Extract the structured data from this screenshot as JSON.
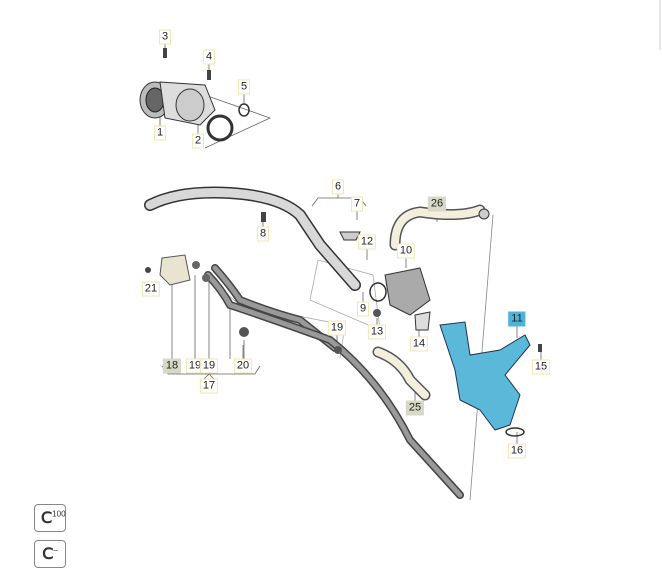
{
  "callouts": [
    {
      "id": "3",
      "state": "normal"
    },
    {
      "id": "4",
      "state": "normal"
    },
    {
      "id": "5",
      "state": "normal"
    },
    {
      "id": "1",
      "state": "normal"
    },
    {
      "id": "2",
      "state": "normal"
    },
    {
      "id": "6",
      "state": "normal"
    },
    {
      "id": "7",
      "state": "normal"
    },
    {
      "id": "8",
      "state": "normal"
    },
    {
      "id": "26",
      "state": "highlighted"
    },
    {
      "id": "12",
      "state": "normal"
    },
    {
      "id": "10",
      "state": "normal"
    },
    {
      "id": "21",
      "state": "normal"
    },
    {
      "id": "9",
      "state": "normal"
    },
    {
      "id": "19",
      "state": "normal"
    },
    {
      "id": "11",
      "state": "selected"
    },
    {
      "id": "13",
      "state": "normal"
    },
    {
      "id": "14",
      "state": "normal"
    },
    {
      "id": "15",
      "state": "normal"
    },
    {
      "id": "18",
      "state": "highlighted"
    },
    {
      "id": "19",
      "state": "normal"
    },
    {
      "id": "19",
      "state": "normal"
    },
    {
      "id": "20",
      "state": "normal"
    },
    {
      "id": "17",
      "state": "normal"
    },
    {
      "id": "25",
      "state": "highlighted"
    },
    {
      "id": "16",
      "state": "normal"
    }
  ],
  "controls": {
    "zoom_100": "100",
    "zoom_fit": "–"
  },
  "colors": {
    "selected": "#4fb3d9",
    "highlighted": "#d7d9c6",
    "part_selected": "#5ab8d8"
  }
}
